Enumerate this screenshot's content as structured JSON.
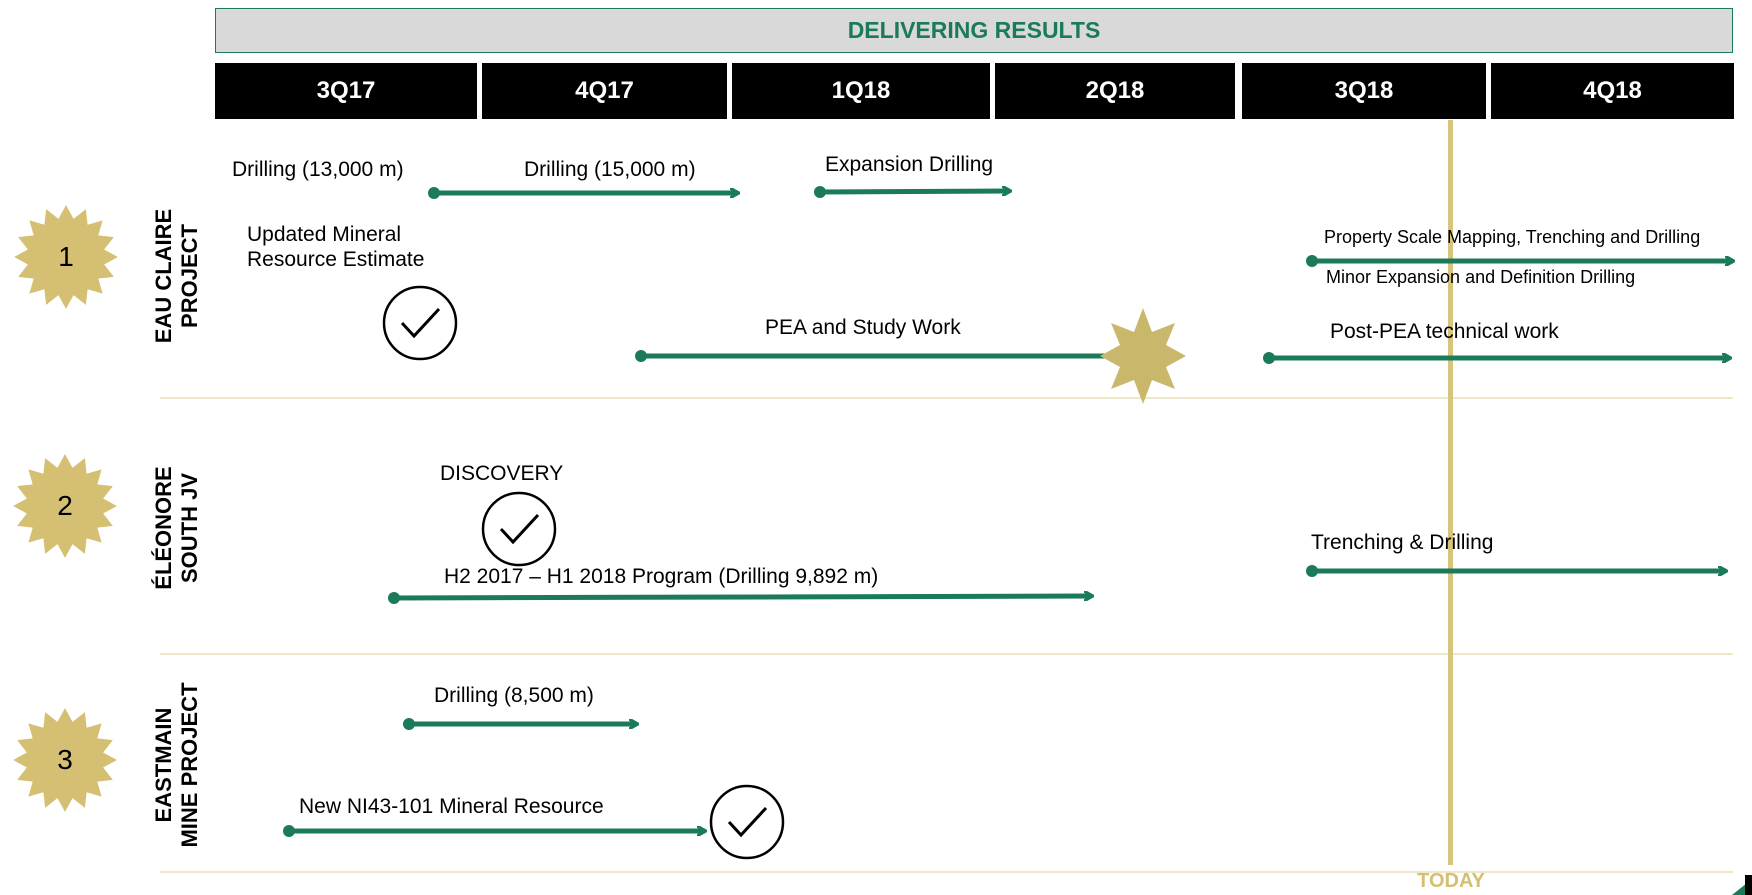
{
  "header": {
    "banner": "DELIVERING RESULTS",
    "quarters": [
      "3Q17",
      "4Q17",
      "1Q18",
      "2Q18",
      "3Q18",
      "4Q18"
    ]
  },
  "today_label": "TODAY",
  "colors": {
    "arrow": "#1a7a5a",
    "today": "#d6c57a",
    "badge": "#d4bf72",
    "star": "#c9b86c",
    "banner_text": "#1a7a5a"
  },
  "rows": [
    {
      "number": "1",
      "title_lines": [
        "EAU CLAIRE",
        "PROJECT"
      ],
      "labels": {
        "drilling_13000": "Drilling (13,000 m)",
        "drilling_15000": "Drilling (15,000 m)",
        "expansion_drilling": "Expansion Drilling",
        "updated_mre_line1": "Updated Mineral",
        "updated_mre_line2": "Resource Estimate",
        "property_scale": "Property Scale Mapping, Trenching and Drilling",
        "minor_expansion": "Minor Expansion and Definition Drilling",
        "pea_study": "PEA and Study Work",
        "post_pea": "Post-PEA technical work"
      }
    },
    {
      "number": "2",
      "title_lines": [
        "ÉLÉONORE",
        "SOUTH JV"
      ],
      "labels": {
        "discovery": "DISCOVERY",
        "program": "H2 2017 – H1 2018 Program (Drilling 9,892 m)",
        "trenching": "Trenching & Drilling"
      }
    },
    {
      "number": "3",
      "title_lines": [
        "EASTMAIN",
        "MINE PROJECT"
      ],
      "labels": {
        "drilling_8500": "Drilling (8,500 m)",
        "ni43": "New NI43-101 Mineral Resource"
      }
    }
  ]
}
